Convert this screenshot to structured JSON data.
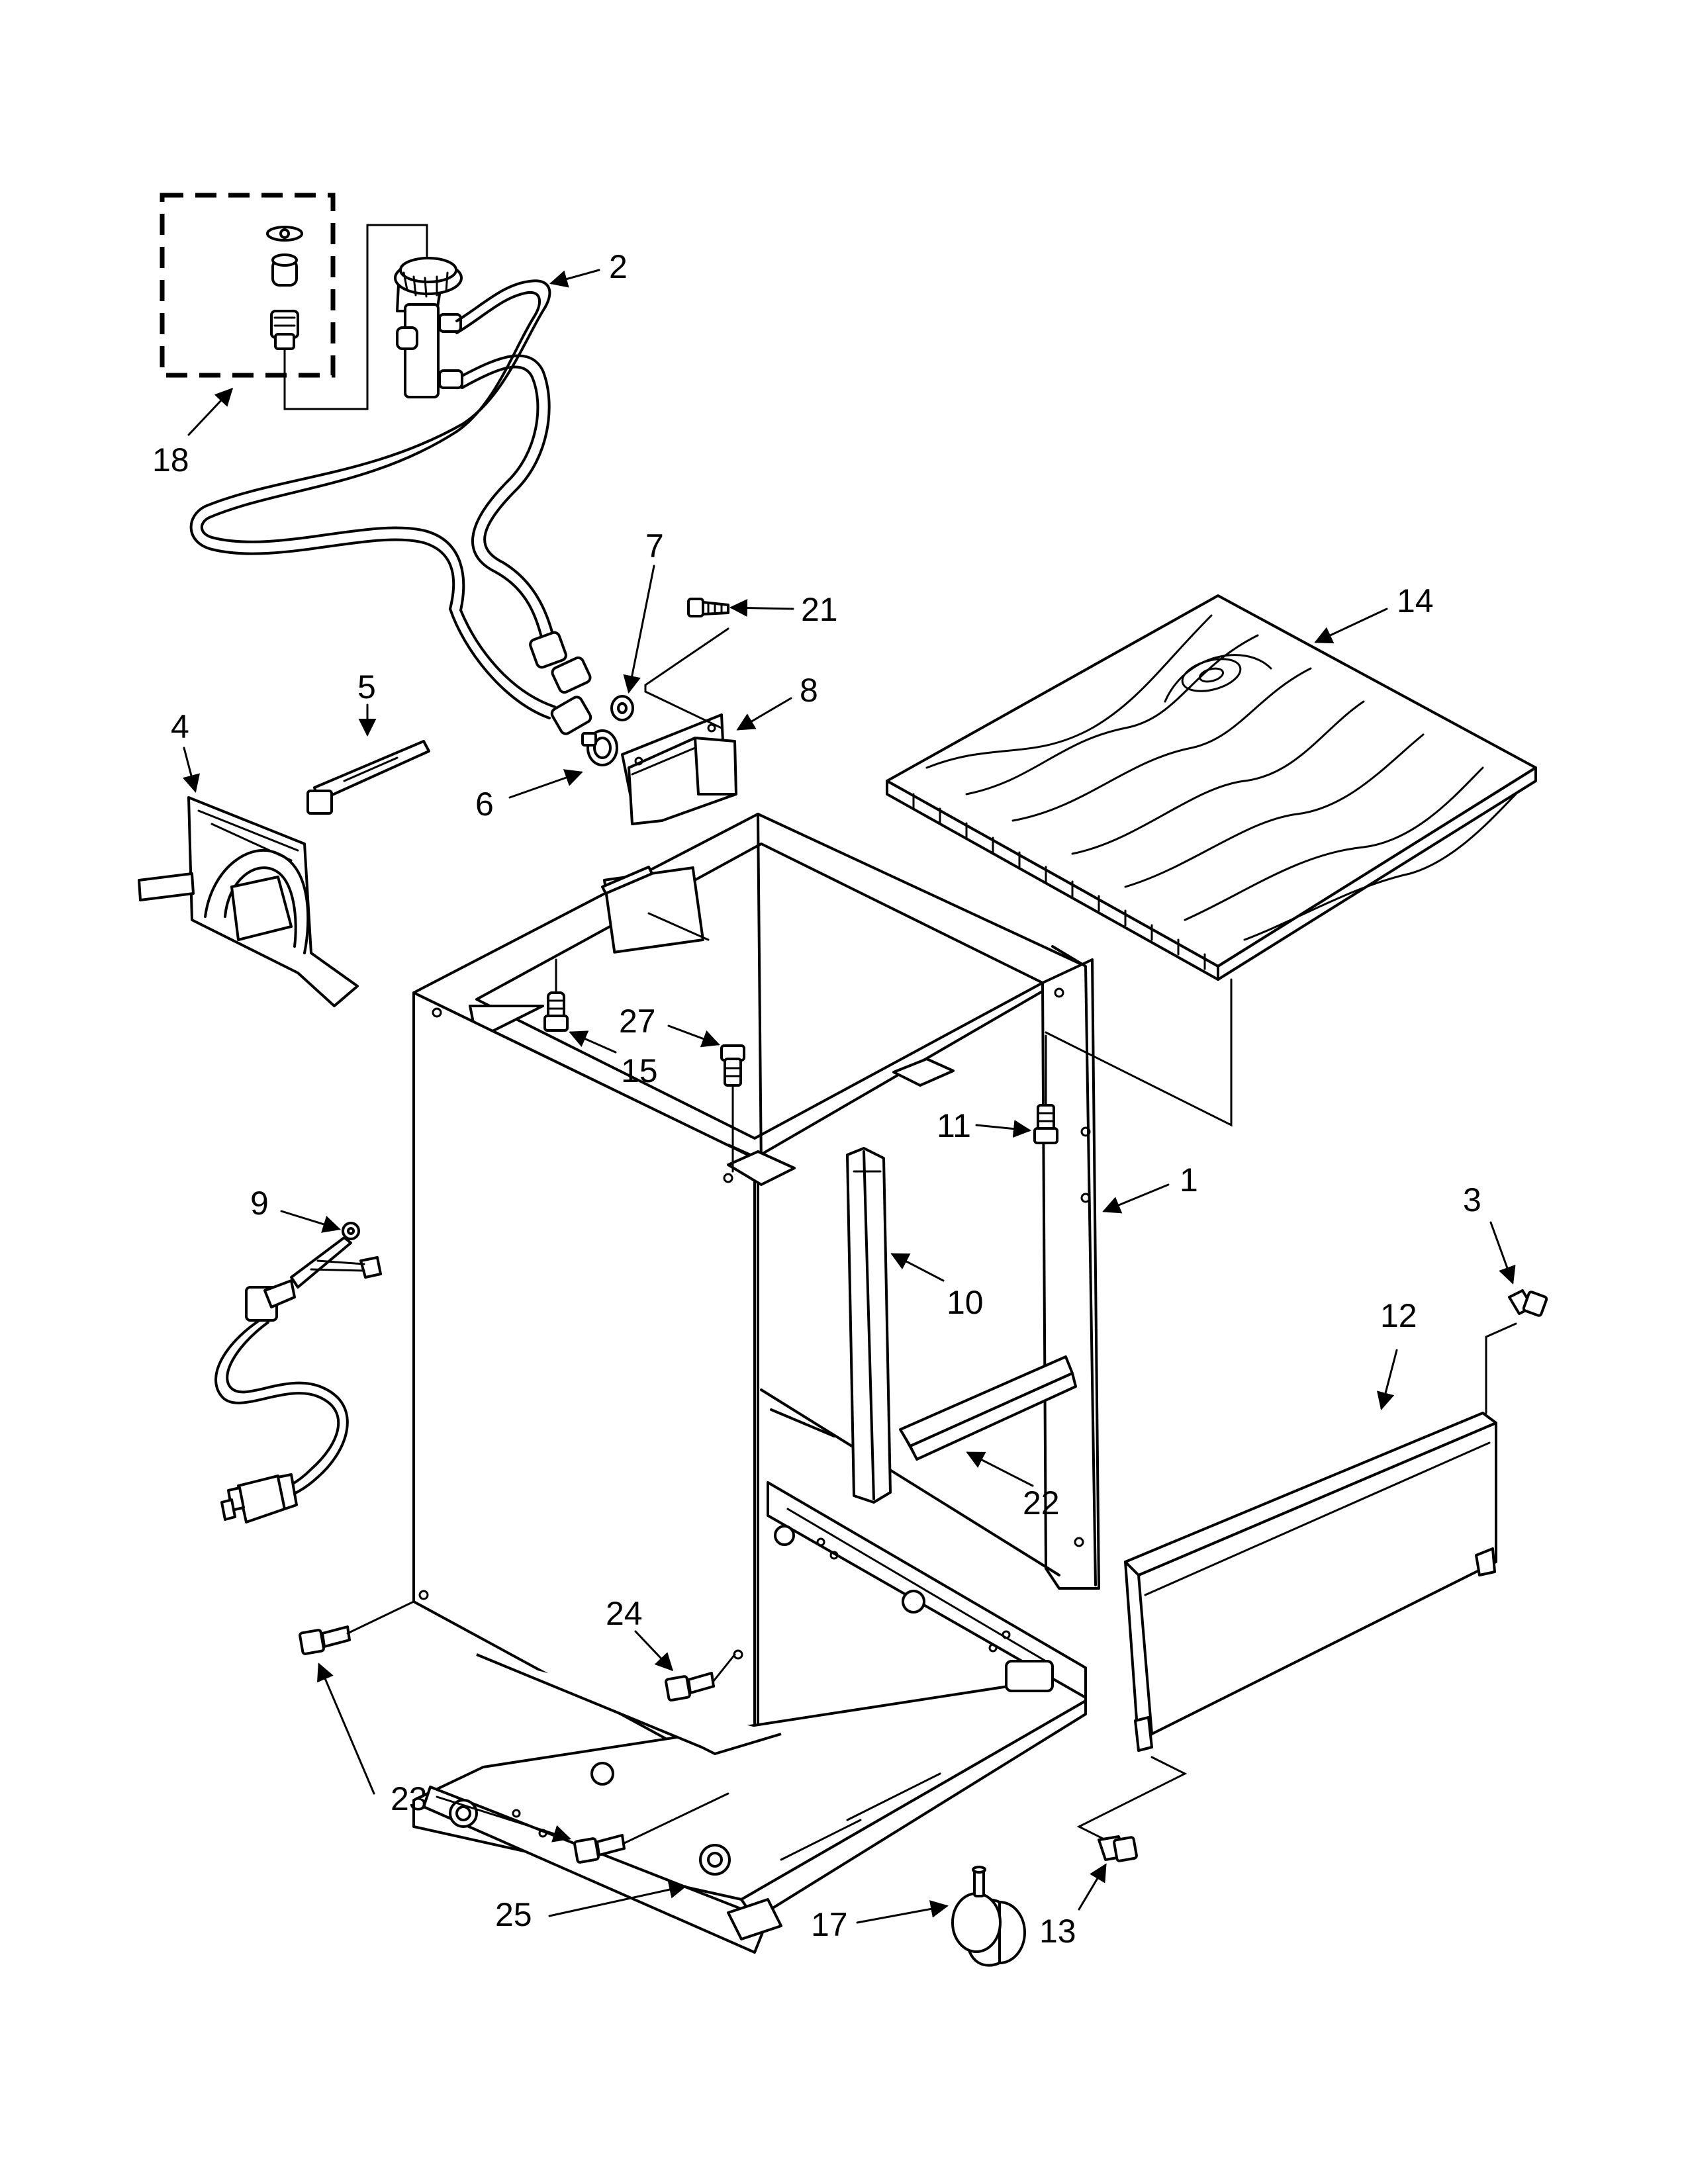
{
  "callouts": [
    {
      "id": "c1",
      "label": "1"
    },
    {
      "id": "c2",
      "label": "2"
    },
    {
      "id": "c3",
      "label": "3"
    },
    {
      "id": "c4",
      "label": "4"
    },
    {
      "id": "c5",
      "label": "5"
    },
    {
      "id": "c6",
      "label": "6"
    },
    {
      "id": "c7",
      "label": "7"
    },
    {
      "id": "c8",
      "label": "8"
    },
    {
      "id": "c9",
      "label": "9"
    },
    {
      "id": "c10",
      "label": "10"
    },
    {
      "id": "c11",
      "label": "11"
    },
    {
      "id": "c12",
      "label": "12"
    },
    {
      "id": "c13",
      "label": "13"
    },
    {
      "id": "c14",
      "label": "14"
    },
    {
      "id": "c15",
      "label": "15"
    },
    {
      "id": "c17",
      "label": "17"
    },
    {
      "id": "c18",
      "label": "18"
    },
    {
      "id": "c21",
      "label": "21"
    },
    {
      "id": "c22",
      "label": "22"
    },
    {
      "id": "c23",
      "label": "23"
    },
    {
      "id": "c24",
      "label": "24"
    },
    {
      "id": "c25",
      "label": "25"
    },
    {
      "id": "c27",
      "label": "27"
    }
  ]
}
